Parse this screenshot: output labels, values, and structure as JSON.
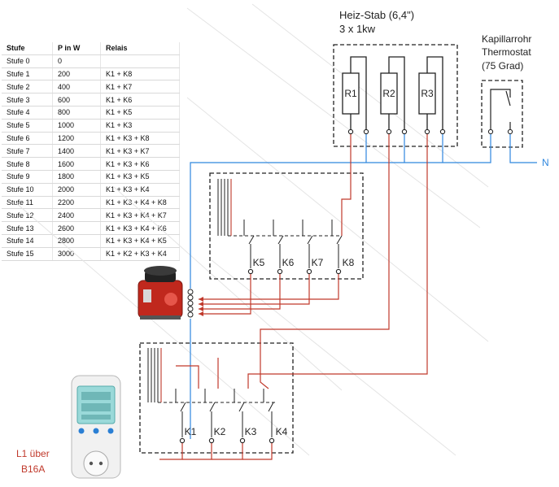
{
  "labels": {
    "heater_title": "Heiz-Stab (6,4\")",
    "heater_sub": "3 x 1kw",
    "thermostat_line1": "Kapillarrohr",
    "thermostat_line2": "Thermostat",
    "thermostat_line3": "(75 Grad)",
    "neutral": "N",
    "supply_line1": "L1 über",
    "supply_line2": "B16A"
  },
  "resistors": [
    "R1",
    "R2",
    "R3"
  ],
  "relays_top": [
    "K5",
    "K6",
    "K7",
    "K8"
  ],
  "relays_bottom": [
    "K1",
    "K2",
    "K3",
    "K4"
  ],
  "table": {
    "headers": [
      "Stufe",
      "P in W",
      "Relais"
    ],
    "rows": [
      [
        "Stufe 0",
        "0",
        ""
      ],
      [
        "Stufe 1",
        "200",
        "K1 + K8"
      ],
      [
        "Stufe 2",
        "400",
        "K1 + K7"
      ],
      [
        "Stufe 3",
        "600",
        "K1 + K6"
      ],
      [
        "Stufe 4",
        "800",
        "K1 + K5"
      ],
      [
        "Stufe 5",
        "1000",
        "K1 + K3"
      ],
      [
        "Stufe 6",
        "1200",
        "K1 + K3 + K8"
      ],
      [
        "Stufe 7",
        "1400",
        "K1 + K3 + K7"
      ],
      [
        "Stufe 8",
        "1600",
        "K1 + K3 + K6"
      ],
      [
        "Stufe 9",
        "1800",
        "K1 + K3 + K5"
      ],
      [
        "Stufe 10",
        "2000",
        "K1 + K3 + K4"
      ],
      [
        "Stufe 11",
        "2200",
        "K1 + K3 + K4 + K8"
      ],
      [
        "Stufe 12",
        "2400",
        "K1 + K3 + K4 + K7"
      ],
      [
        "Stufe 13",
        "2600",
        "K1 + K3 + K4 + K6"
      ],
      [
        "Stufe 14",
        "2800",
        "K1 + K3 + K4 + K5"
      ],
      [
        "Stufe 15",
        "3000",
        "K1 + K2 + K3 + K4"
      ]
    ]
  },
  "colors": {
    "live": "#c0392b",
    "neutral": "#2e86de",
    "dashed": "#222222",
    "label_red": "#c0392b",
    "neutral_label": "#2e86de"
  }
}
